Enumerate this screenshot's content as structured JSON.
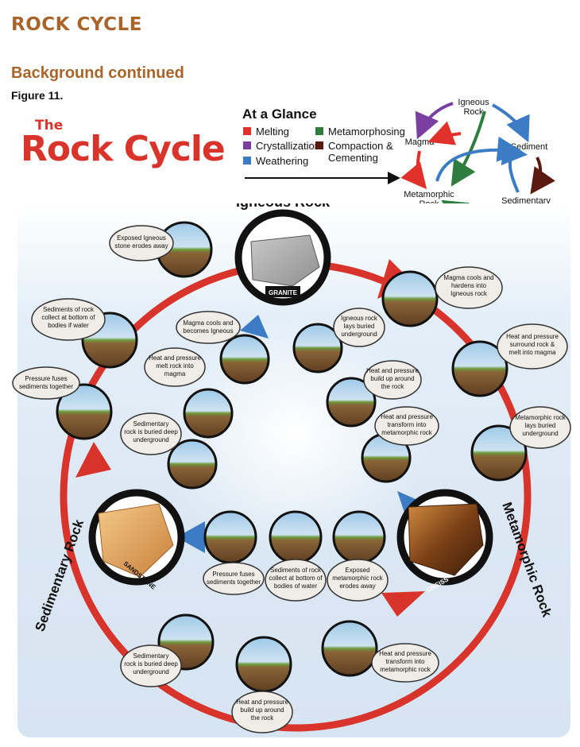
{
  "header": {
    "title": "ROCK CYCLE"
  },
  "section_title": "Background continued",
  "figure_label": "Figure 11.",
  "diagram_title": {
    "prefix": "The",
    "main": "Rock Cycle"
  },
  "legend": {
    "title": "At a Glance",
    "items": [
      {
        "label": "Melting",
        "color": "#e0322b"
      },
      {
        "label": "Crystallization",
        "color": "#7a3fa0"
      },
      {
        "label": "Weathering",
        "color": "#3b7cc4"
      },
      {
        "label": "Metamorphosing",
        "color": "#2e7d3e"
      },
      {
        "label": "Compaction & Cementing",
        "color": "#5a1a12"
      }
    ]
  },
  "mini_cycle": {
    "nodes": {
      "igneous": "Igneous Rock",
      "magma": "Magma",
      "sediment": "Sediment",
      "metamorphic": "Metamorphic Rock",
      "sedimentary": "Sedimentary Rock"
    }
  },
  "main_rocks": {
    "igneous": {
      "title": "Igneous Rock",
      "sample": "GRANITE"
    },
    "sedimentary": {
      "title": "Sedimentary Rock",
      "sample": "SANDSTONE"
    },
    "metamorphic": {
      "title": "Metamorphic Rock",
      "sample": "GNEISS"
    }
  },
  "callouts": {
    "c1": "Exposed Igneous stone erodes away",
    "c2": "Sediments of rock collect at bottom of bodies if water",
    "c3": "Pressure fuses sediments together",
    "c4": "Magma cools and hardens into Igneous rock",
    "c5": "Heat and pressure surround rock & melt into magma",
    "c6": "Metamorphic rock lays buried underground",
    "c7": "Magma cools and becomes Igneous",
    "c8": "Igneous rock lays buried underground",
    "c9": "Heat and pressure melt rock into magma",
    "c10": "Heat and pressure build up around the rock",
    "c11": "Sedimentary rock is buried deep underground",
    "c12": "Heat and pressure transform into metamorphic rock",
    "c13": "Pressure fuses sediments together",
    "c14": "Sediments of rock collect at bottom of bodies of water",
    "c15": "Exposed metamorphic rock erodes away",
    "c16": "Sedimentary rock is buried deep underground",
    "c17": "Heat and pressure transform into metamorphic rock",
    "c18": "Heat and pressure build up around the rock"
  }
}
